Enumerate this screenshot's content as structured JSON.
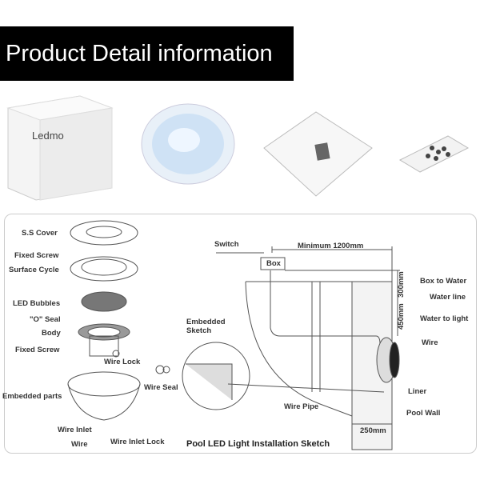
{
  "banner": {
    "title": "Product Detail information"
  },
  "products": {
    "box_brand": "Ledmo"
  },
  "exploded_view": {
    "labels": [
      "S.S Cover",
      "Fixed Screw",
      "Surface Cycle",
      "LED Bubbles",
      "\"O\" Seal",
      "Body",
      "Fixed Screw",
      "Wire Lock",
      "Wire Seal",
      "Embedded parts",
      "Wire Inlet",
      "Wire",
      "Wire Inlet Lock"
    ]
  },
  "installation": {
    "title": "Pool LED Light Installation Sketch",
    "switch": "Switch",
    "box": "Box",
    "min_distance": "Minimum 1200mm",
    "dim_300": "300mm",
    "dim_450": "450mm",
    "dim_250": "250mm",
    "box_to_water": "Box to Water",
    "water_line": "Water line",
    "water_to_light": "Water to light",
    "wire": "Wire",
    "liner": "Liner",
    "pool_wall": "Pool Wall",
    "wire_pipe": "Wire Pipe",
    "embedded_sketch": "Embedded Sketch"
  }
}
